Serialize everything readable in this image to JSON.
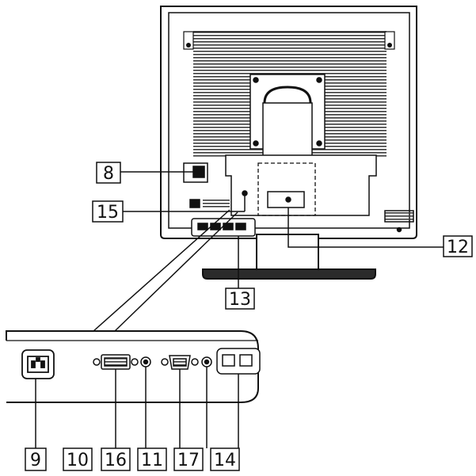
{
  "callouts": {
    "c8": "8",
    "c15": "15",
    "c12": "12",
    "c13": "13",
    "c9": "9",
    "c10": "10",
    "c16": "16",
    "c11": "11",
    "c17": "17",
    "c14": "14"
  },
  "icons": {
    "power": "power-inlet-icon",
    "dvi": "dvi-connector-icon",
    "vga": "vga-connector-icon",
    "audio": "audio-jack-icon"
  },
  "colors": {
    "line": "#111111",
    "hatch": "#3a3a3a",
    "background": "#ffffff"
  }
}
